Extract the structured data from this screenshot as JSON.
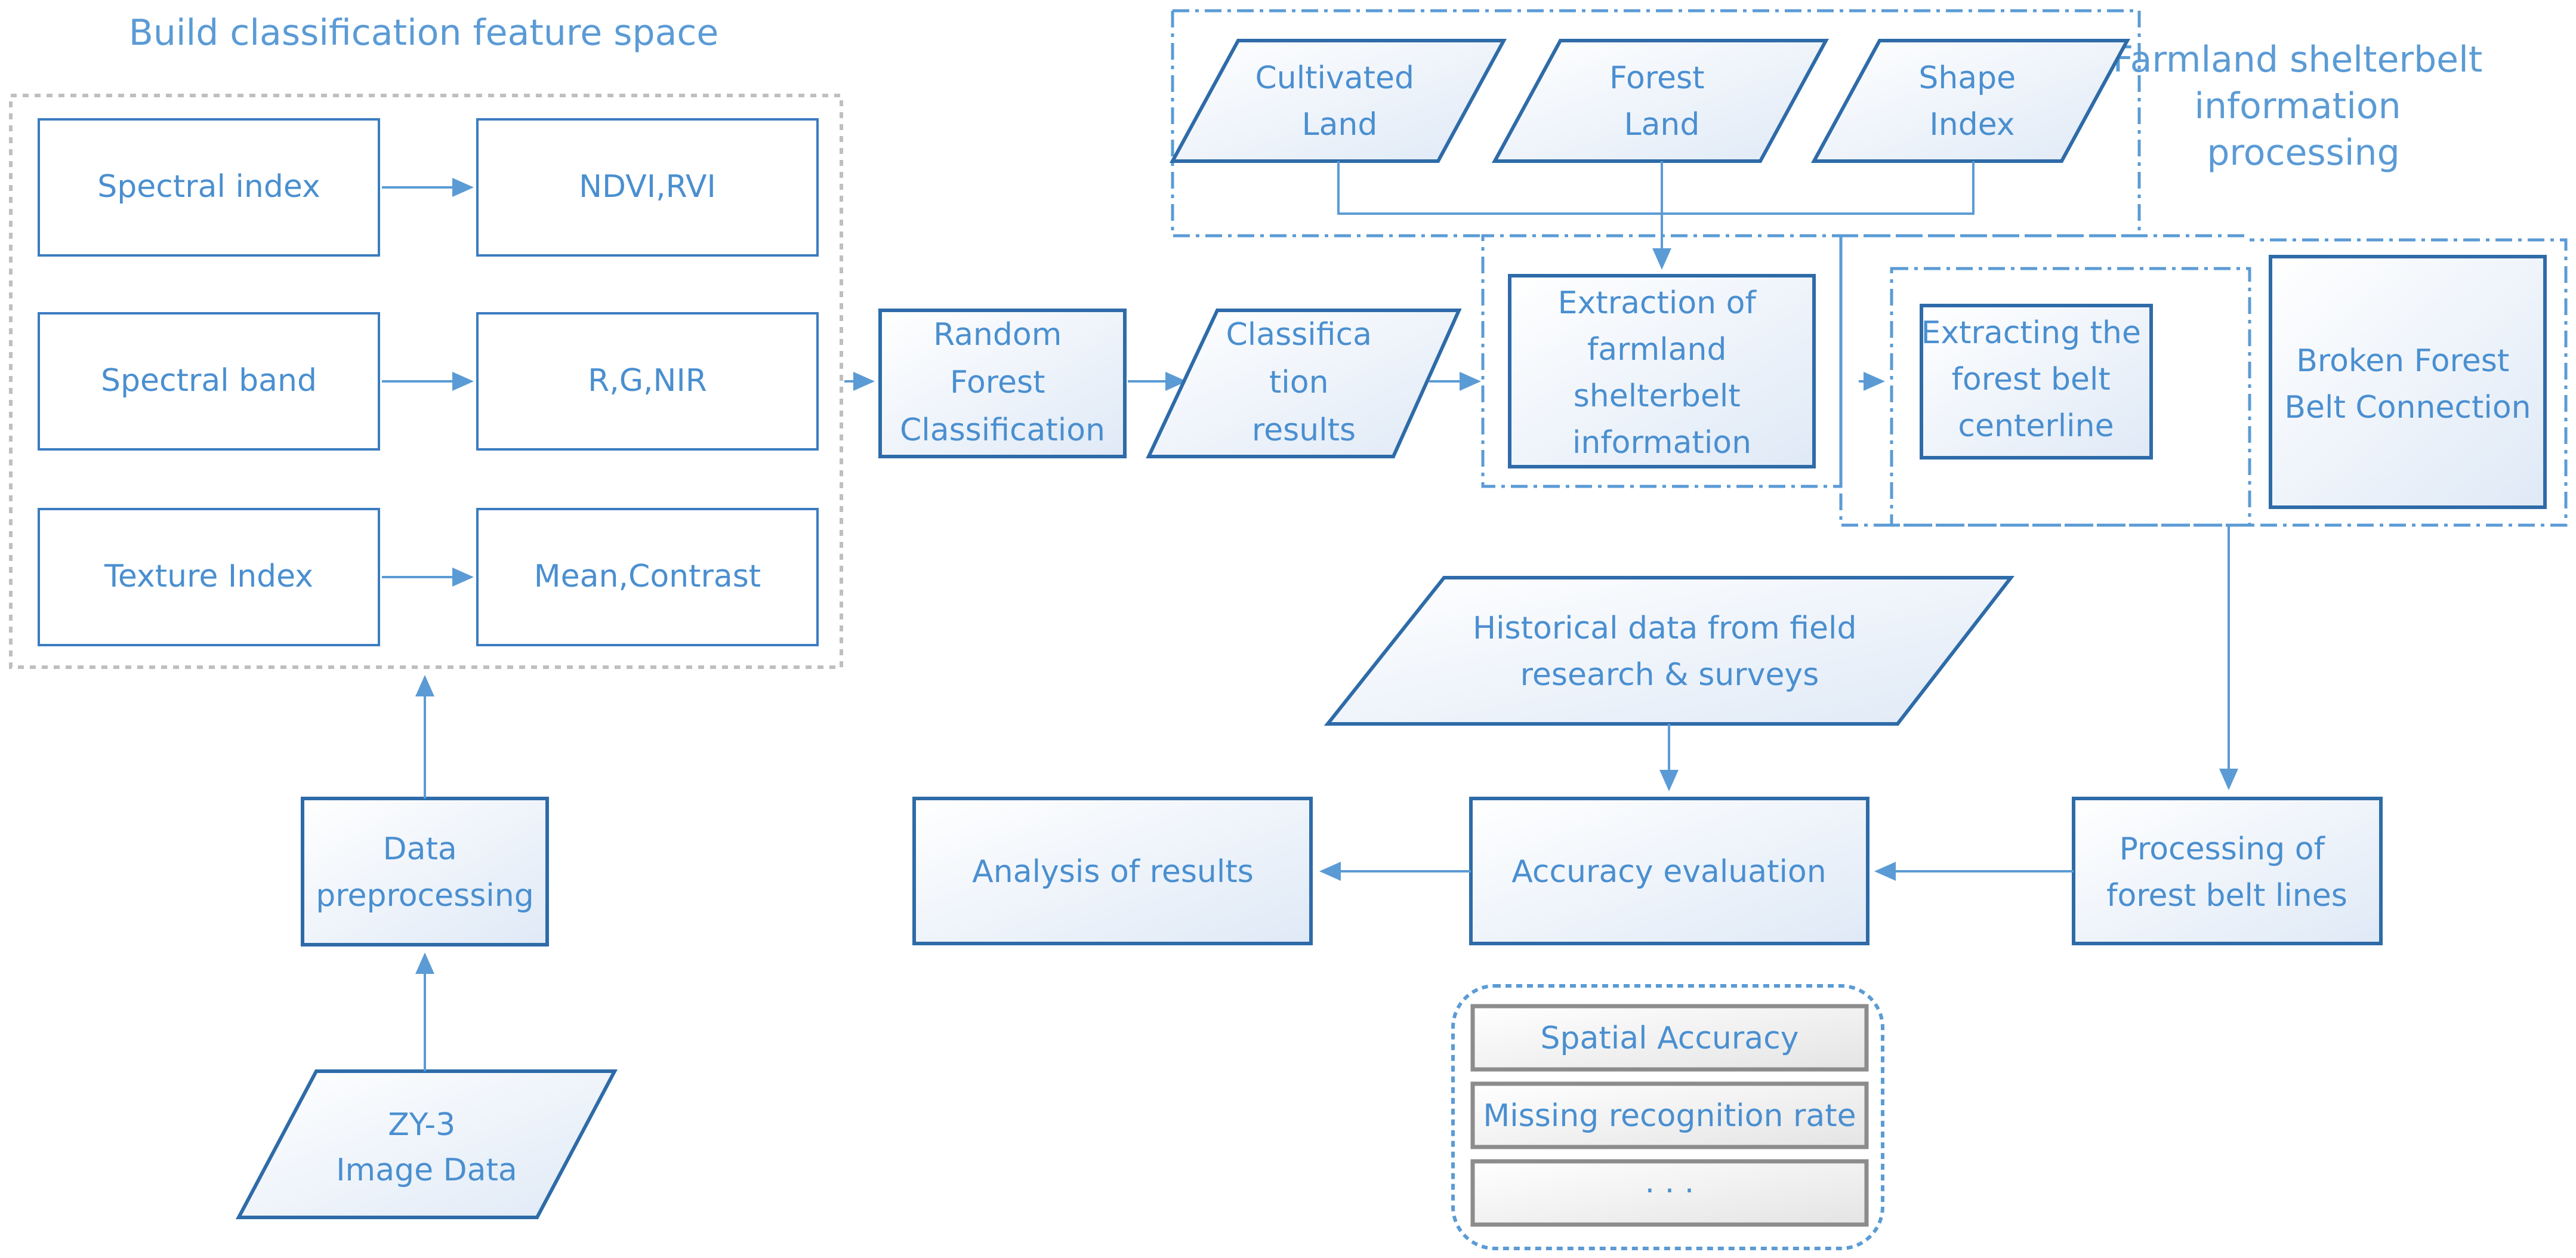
{
  "titles": {
    "feature_space": "Build classification feature space",
    "shelterbelt_processing": [
      "Farmland shelterbelt",
      "information",
      "processing"
    ]
  },
  "feature_rows": [
    {
      "left": "Spectral index",
      "right": "NDVI,RVI"
    },
    {
      "left": "Spectral band",
      "right": "R,G,NIR"
    },
    {
      "left": "Texture Index",
      "right": "Mean,Contrast"
    }
  ],
  "nodes": {
    "zy3": [
      "ZY-3",
      "Image Data"
    ],
    "preprocessing": [
      "Data",
      "preprocessing"
    ],
    "random_forest": [
      "Random",
      "Forest",
      "Classification"
    ],
    "classification_results": [
      "Classifica",
      "tion",
      "results"
    ],
    "cultivated_land": [
      "Cultivated",
      "Land"
    ],
    "forest_land": [
      "Forest",
      "Land"
    ],
    "shape_index": [
      "Shape",
      "Index"
    ],
    "extraction": [
      "Extraction of",
      "farmland",
      "shelterbelt",
      "information"
    ],
    "centerline": [
      "Extracting the",
      "forest belt",
      "centerline"
    ],
    "broken_connection": [
      "Broken Forest",
      "Belt Connection"
    ],
    "historical_data": [
      "Historical data from field",
      "research & surveys"
    ],
    "processing_lines": [
      "Processing of",
      "forest belt lines"
    ],
    "accuracy_evaluation": [
      "Accuracy evaluation"
    ],
    "analysis_results": [
      "Analysis of results"
    ]
  },
  "metrics": [
    "Spatial Accuracy",
    "Missing recognition rate",
    "·   ·   ·"
  ],
  "colors": {
    "primary_stroke": "#2e6ba8",
    "connector": "#5b9bd5",
    "text": "#4a8fd0",
    "grey_border": "#8c8c8c",
    "dotted_border": "#bfbfbf"
  }
}
